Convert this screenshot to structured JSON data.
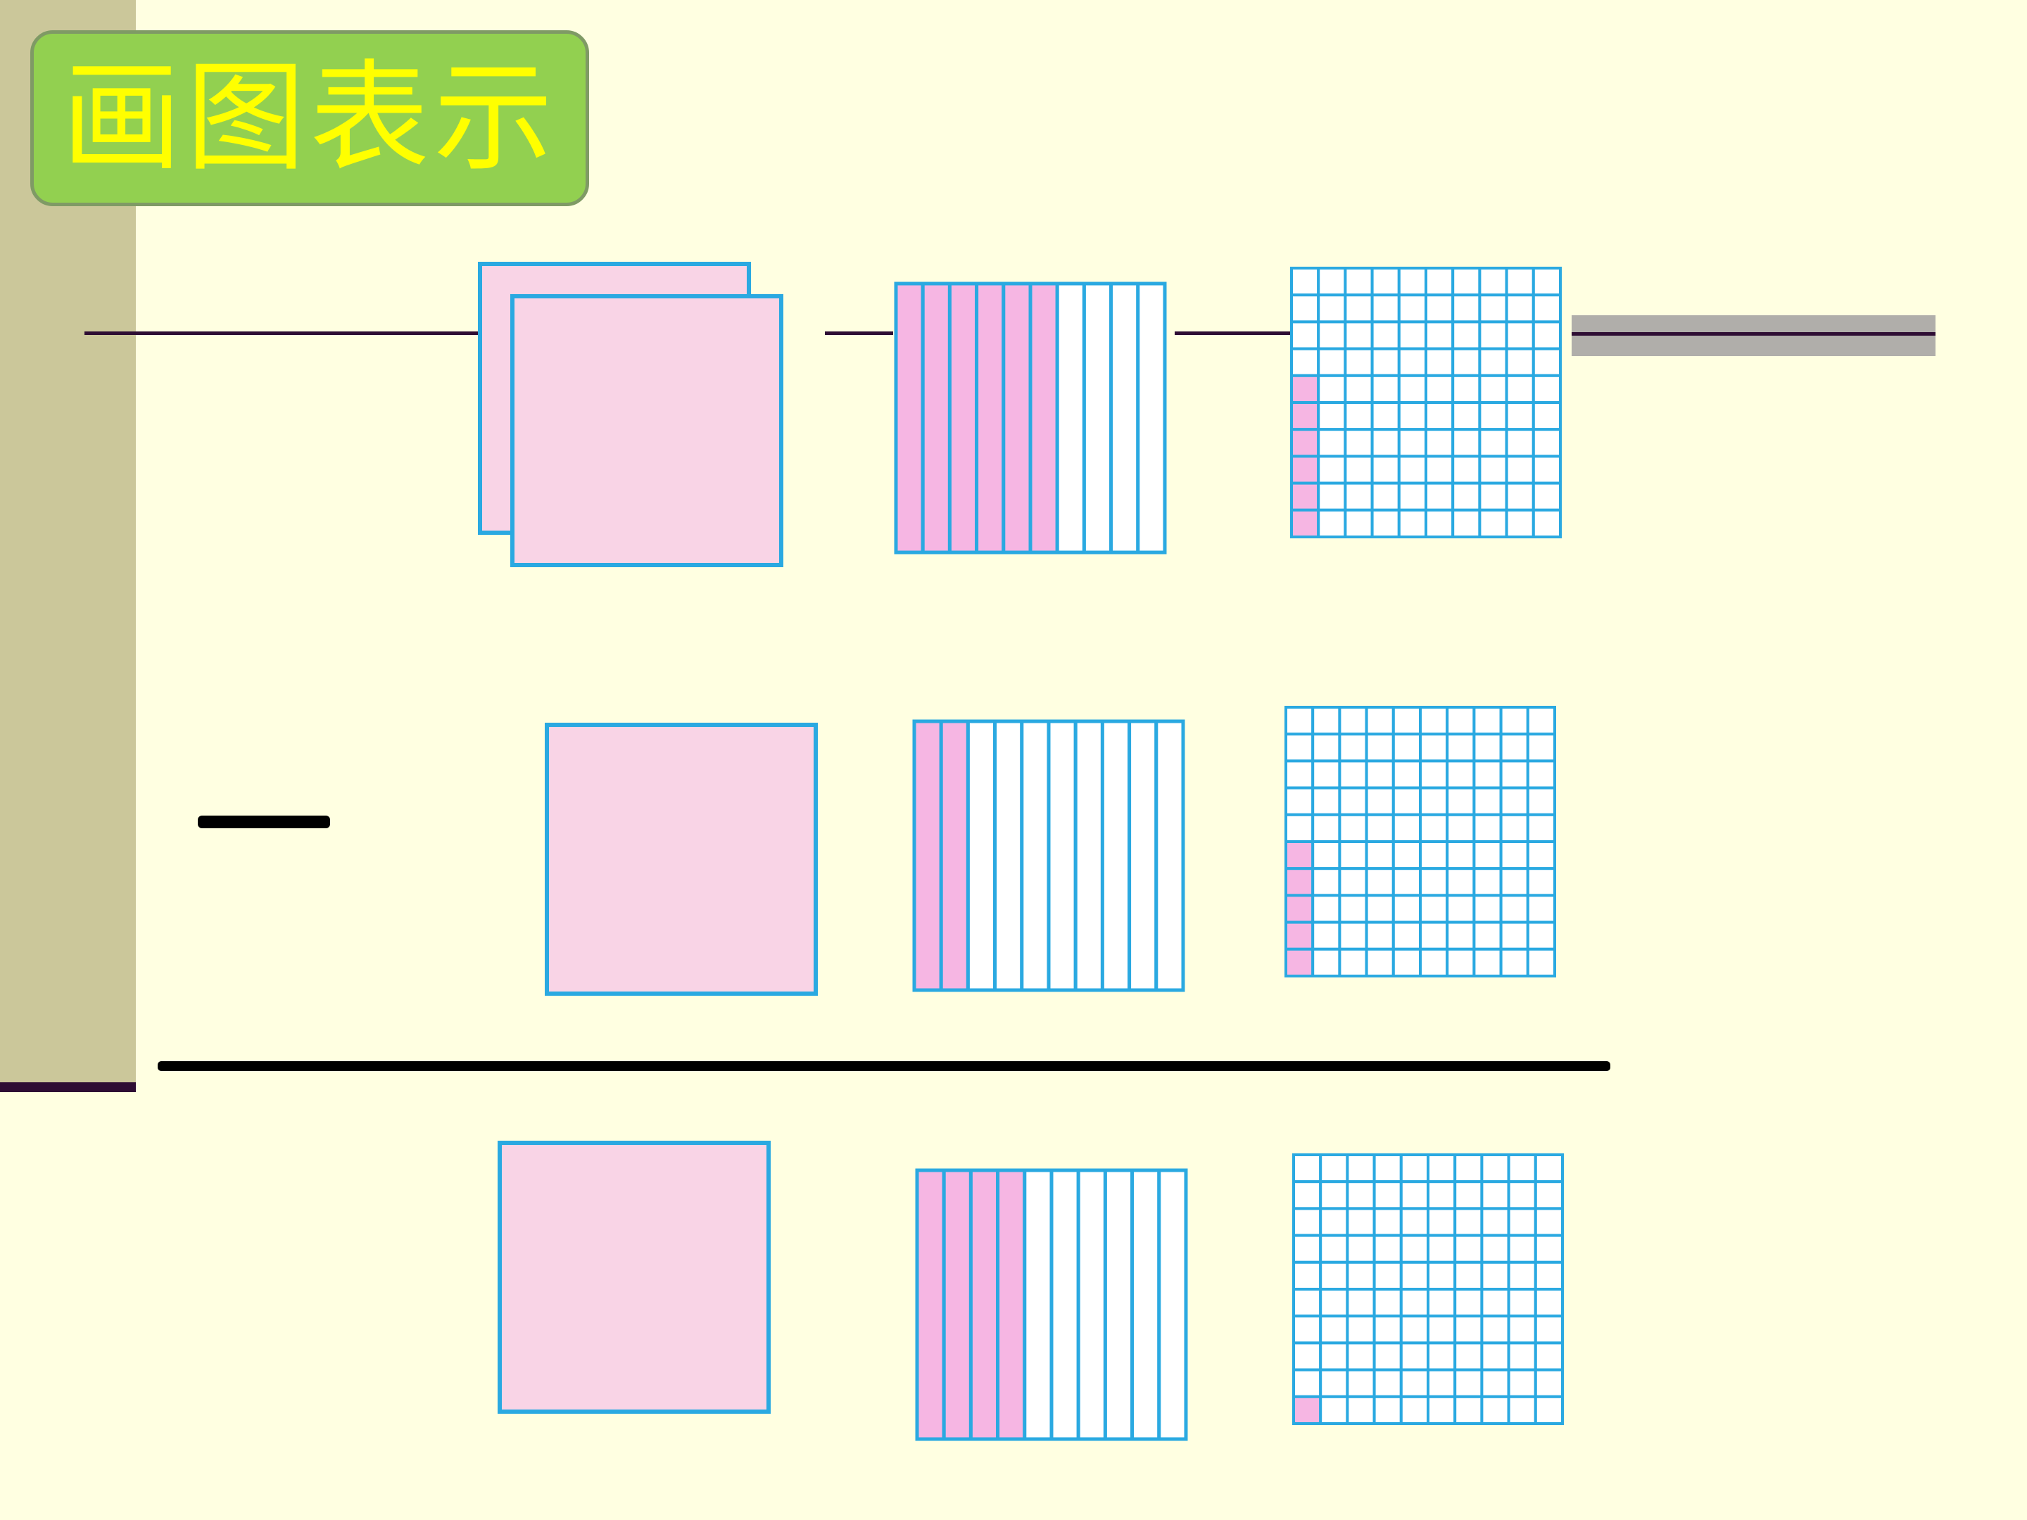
{
  "title": "画图表示",
  "colors": {
    "background": "#FFFFE1",
    "sidebar": "#CBC79A",
    "title_box": "#92D050",
    "title_text": "#FFFF00",
    "grid_line": "#2AA9E1",
    "unit_fill": "#F9D4E6",
    "tenth_fill": "#F6B6E3",
    "hundredth_fill": "#F6B6E3",
    "empty_fill": "#FFFFFF",
    "rule": "#2E0D33"
  },
  "rows": [
    {
      "role": "minuend",
      "whole_units": 2,
      "tenths": 6,
      "hundredths": 6
    },
    {
      "role": "subtrahend",
      "operator_icon": "minus-sign-icon",
      "whole_units": 1,
      "tenths": 2,
      "hundredths": 5
    },
    {
      "role": "difference",
      "whole_units": 1,
      "tenths": 4,
      "hundredths": 1
    }
  ]
}
